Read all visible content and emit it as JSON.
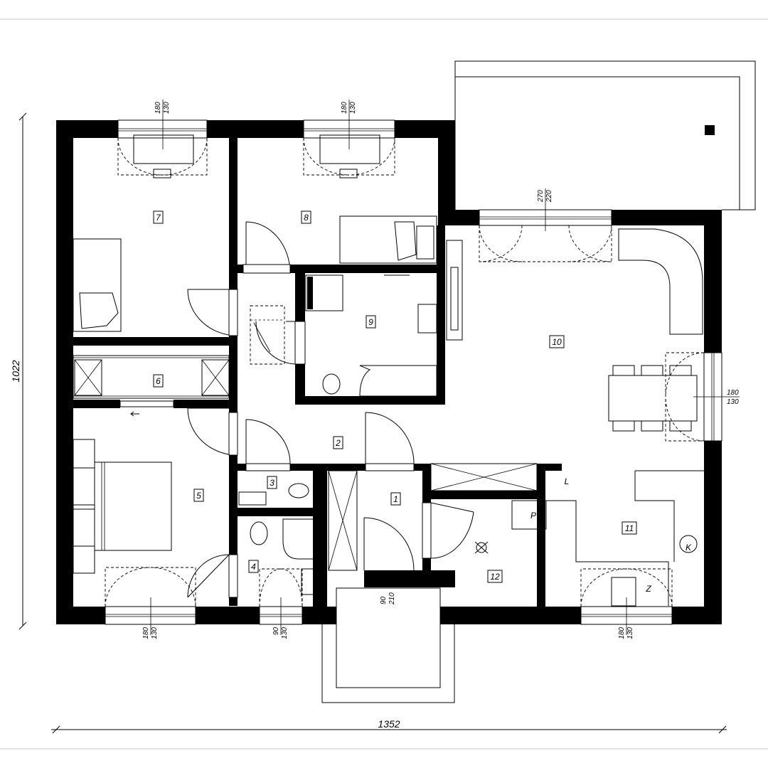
{
  "plan": {
    "overall_width": "1352",
    "overall_height": "1022",
    "rooms": [
      {
        "id": "room-1",
        "number": "1"
      },
      {
        "id": "room-2",
        "number": "2"
      },
      {
        "id": "room-3",
        "number": "3"
      },
      {
        "id": "room-4",
        "number": "4"
      },
      {
        "id": "room-5",
        "number": "5"
      },
      {
        "id": "room-6",
        "number": "6"
      },
      {
        "id": "room-7",
        "number": "7"
      },
      {
        "id": "room-8",
        "number": "8"
      },
      {
        "id": "room-9",
        "number": "9"
      },
      {
        "id": "room-10",
        "number": "10"
      },
      {
        "id": "room-11",
        "number": "11"
      },
      {
        "id": "room-12",
        "number": "12"
      }
    ],
    "openings": [
      {
        "id": "window-room-7",
        "width": "180",
        "height": "130"
      },
      {
        "id": "window-room-8",
        "width": "180",
        "height": "130"
      },
      {
        "id": "terrace-door",
        "width": "270",
        "height": "220"
      },
      {
        "id": "window-dining",
        "width": "180",
        "height": "130"
      },
      {
        "id": "window-room-5",
        "width": "180",
        "height": "130"
      },
      {
        "id": "window-room-4",
        "width": "90",
        "height": "130"
      },
      {
        "id": "entrance-door",
        "width": "90",
        "height": "210"
      },
      {
        "id": "window-kitchen",
        "width": "180",
        "height": "130"
      }
    ],
    "fixture_letters": {
      "fridge": "L",
      "boiler": "P",
      "stove": "K",
      "sink": "Z"
    }
  }
}
